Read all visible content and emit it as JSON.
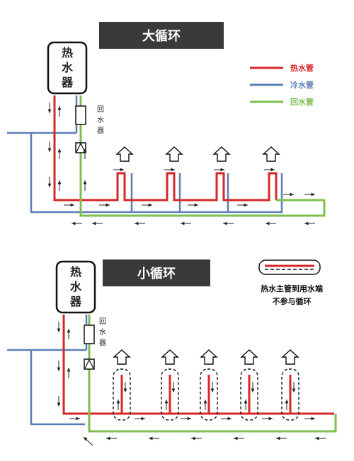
{
  "colors": {
    "hot": "#d62728",
    "cold": "#5b7fb8",
    "return": "#7cbf4f",
    "banner_bg": "#3a3a3a",
    "arrow": "#222222"
  },
  "top": {
    "title": "大循环",
    "heater_label": [
      "热",
      "水",
      "器"
    ],
    "return_label": [
      "回",
      "水",
      "器"
    ]
  },
  "bottom": {
    "title": "小循环",
    "heater_label": [
      "热",
      "水",
      "器"
    ],
    "return_label": [
      "回",
      "水",
      "器"
    ],
    "note_lines": [
      "热水主管到用水端",
      "不参与循环"
    ]
  },
  "legend": [
    {
      "label": "热水管",
      "color": "#d62728",
      "icon": "red-line"
    },
    {
      "label": "冷水管",
      "color": "#5b7fb8",
      "icon": "blue-line"
    },
    {
      "label": "回水管",
      "color": "#7cbf4f",
      "icon": "green-line"
    }
  ],
  "icons": {
    "faucet": "faucet-outlet-icon",
    "valve": "check-valve-icon",
    "pump": "return-pump-icon"
  }
}
